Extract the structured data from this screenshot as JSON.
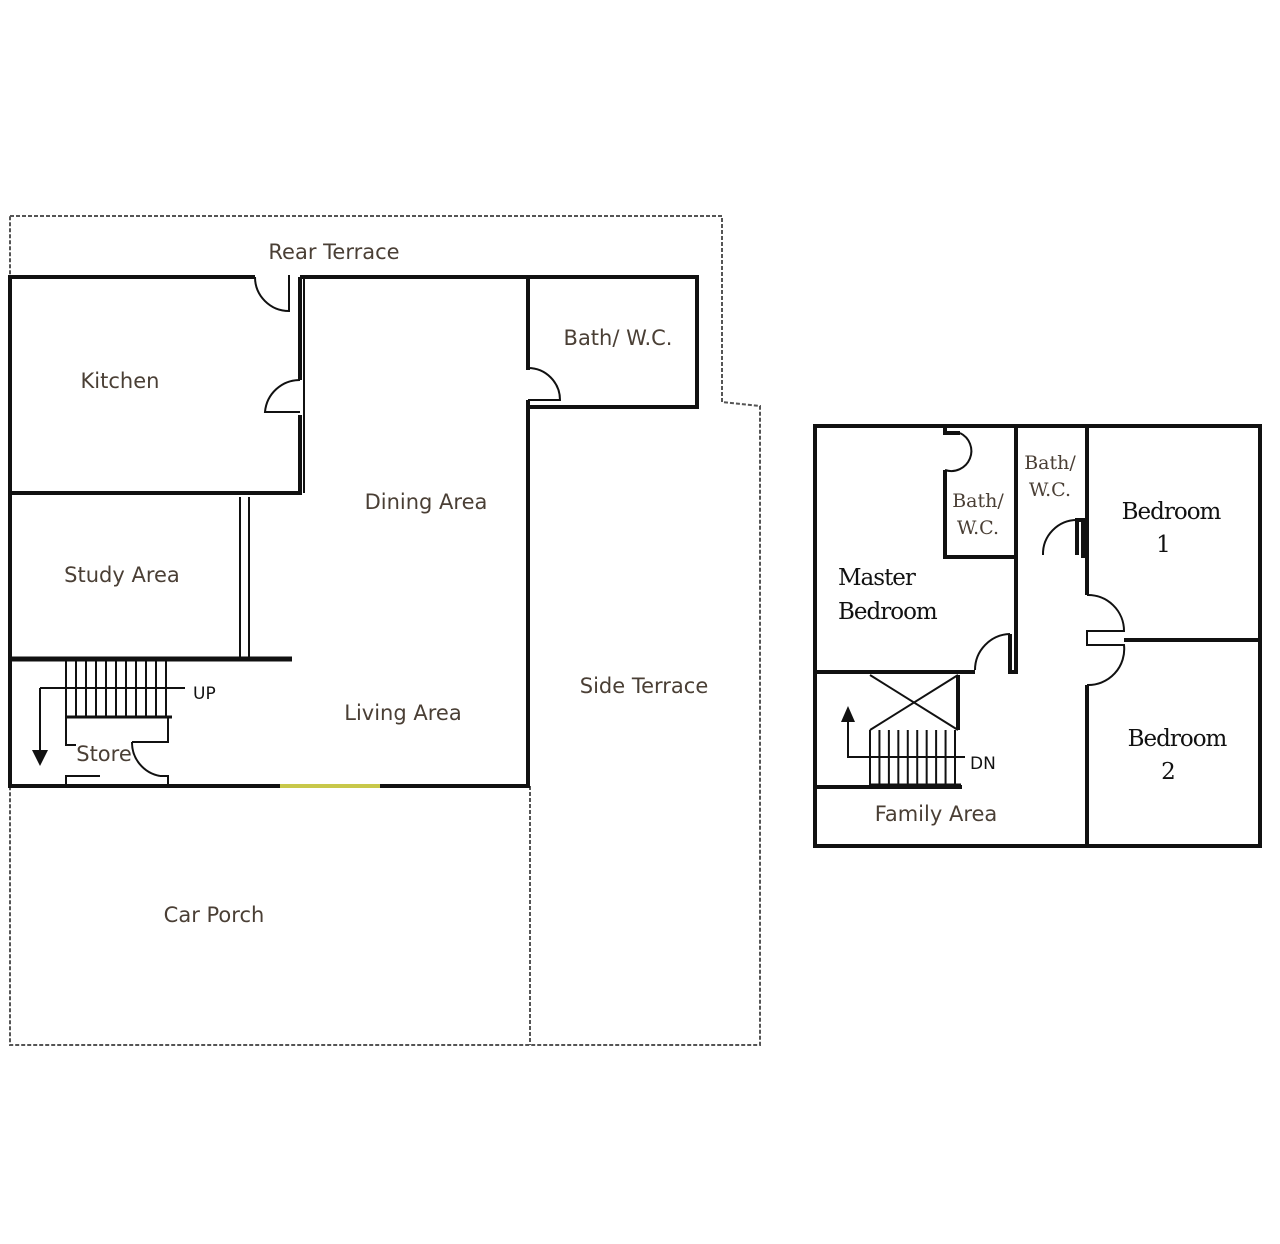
{
  "ground_floor": {
    "rooms": {
      "rear_terrace": "Rear Terrace",
      "kitchen": "Kitchen",
      "bath_wc": "Bath/ W.C.",
      "dining_area": "Dining Area",
      "study_area": "Study Area",
      "living_area": "Living Area",
      "store": "Store",
      "side_terrace": "Side Terrace",
      "car_porch": "Car Porch"
    },
    "stair_label": "UP",
    "window_color": "#c8c84a"
  },
  "upper_floor": {
    "rooms": {
      "bath_wc_1_line1": "Bath/",
      "bath_wc_1_line2": "W.C.",
      "bath_wc_2_line1": "Bath/",
      "bath_wc_2_line2": "W.C.",
      "master_line1": "Master",
      "master_line2": "Bedroom",
      "bedroom1_line1": "Bedroom",
      "bedroom1_line2": "1",
      "bedroom2_line1": "Bedroom",
      "bedroom2_line2": "2",
      "family_area": "Family Area"
    },
    "stair_label": "DN"
  }
}
